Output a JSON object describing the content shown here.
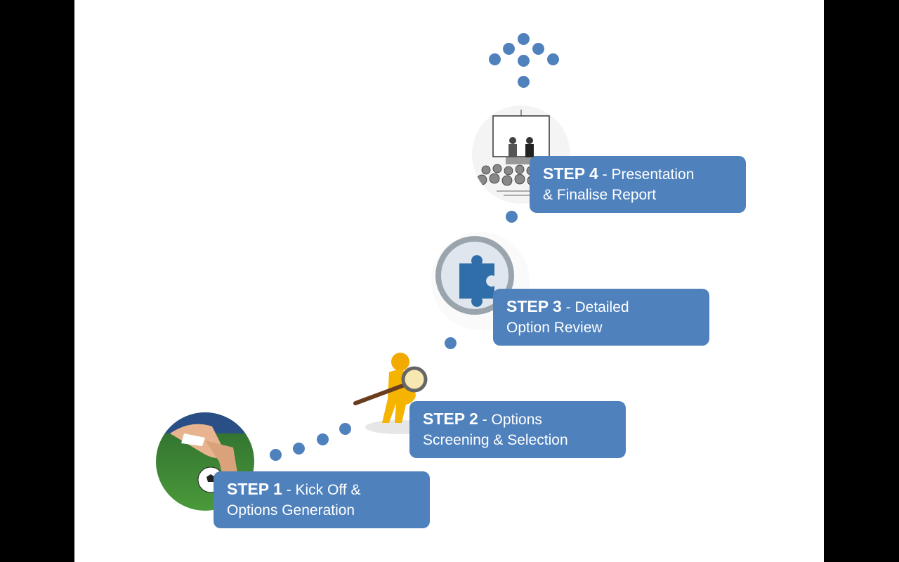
{
  "steps": [
    {
      "step": "STEP 1",
      "text_line1": " - Kick Off &",
      "text_line2": "Options Generation",
      "image": "soccer-kick-photo"
    },
    {
      "step": "STEP 2",
      "text_line1": " - Options",
      "text_line2": "Screening & Selection",
      "image": "figure-with-magnifier"
    },
    {
      "step": "STEP 3",
      "text_line1": " - Detailed",
      "text_line2": "Option Review",
      "image": "puzzle-magnifier"
    },
    {
      "step": "STEP 4",
      "text_line1": " - Presentation",
      "text_line2": "& Finalise Report",
      "image": "presentation-cartoon"
    }
  ],
  "colors": {
    "accent": "#4f81bd",
    "background": "#ffffff",
    "letterbox": "#000000"
  },
  "arrow_icon": "dotted-up-arrow-icon"
}
